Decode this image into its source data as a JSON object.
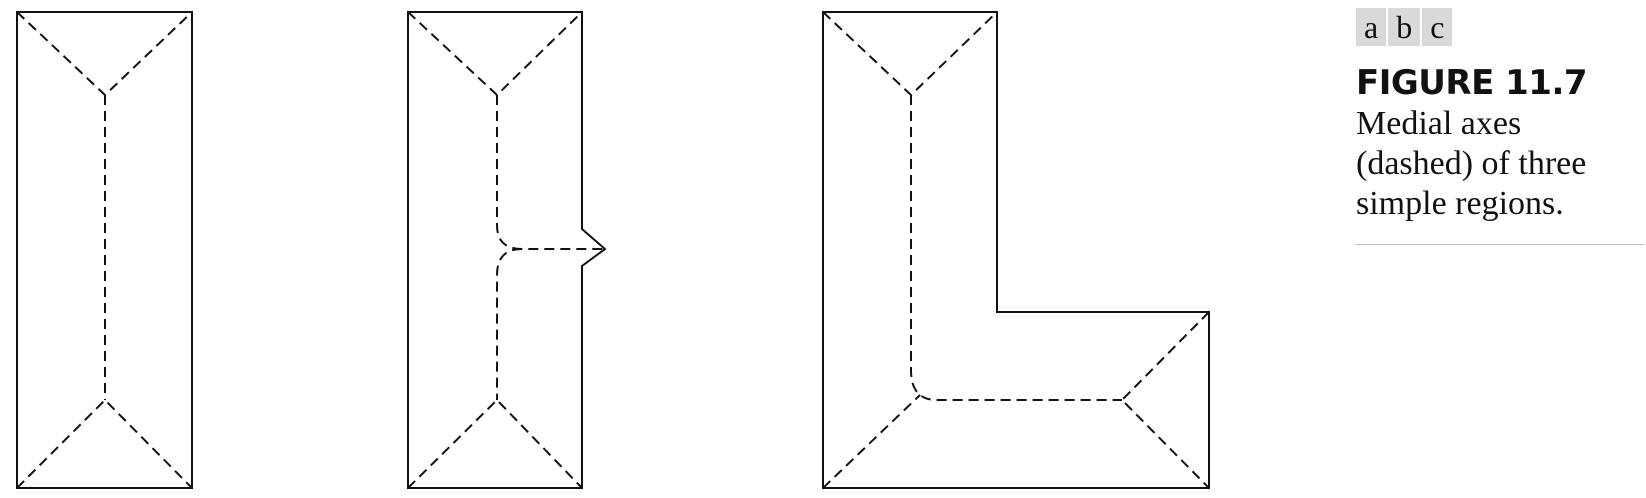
{
  "figure": {
    "panel_labels": [
      "a",
      "b",
      "c"
    ],
    "number": "FIGURE 11.7",
    "caption": "Medial axes (dashed) of three simple regions."
  },
  "colors": {
    "line": "#111111",
    "label_background": "#d7dad6",
    "rule": "#bbbbbb",
    "background": "#ffffff"
  }
}
